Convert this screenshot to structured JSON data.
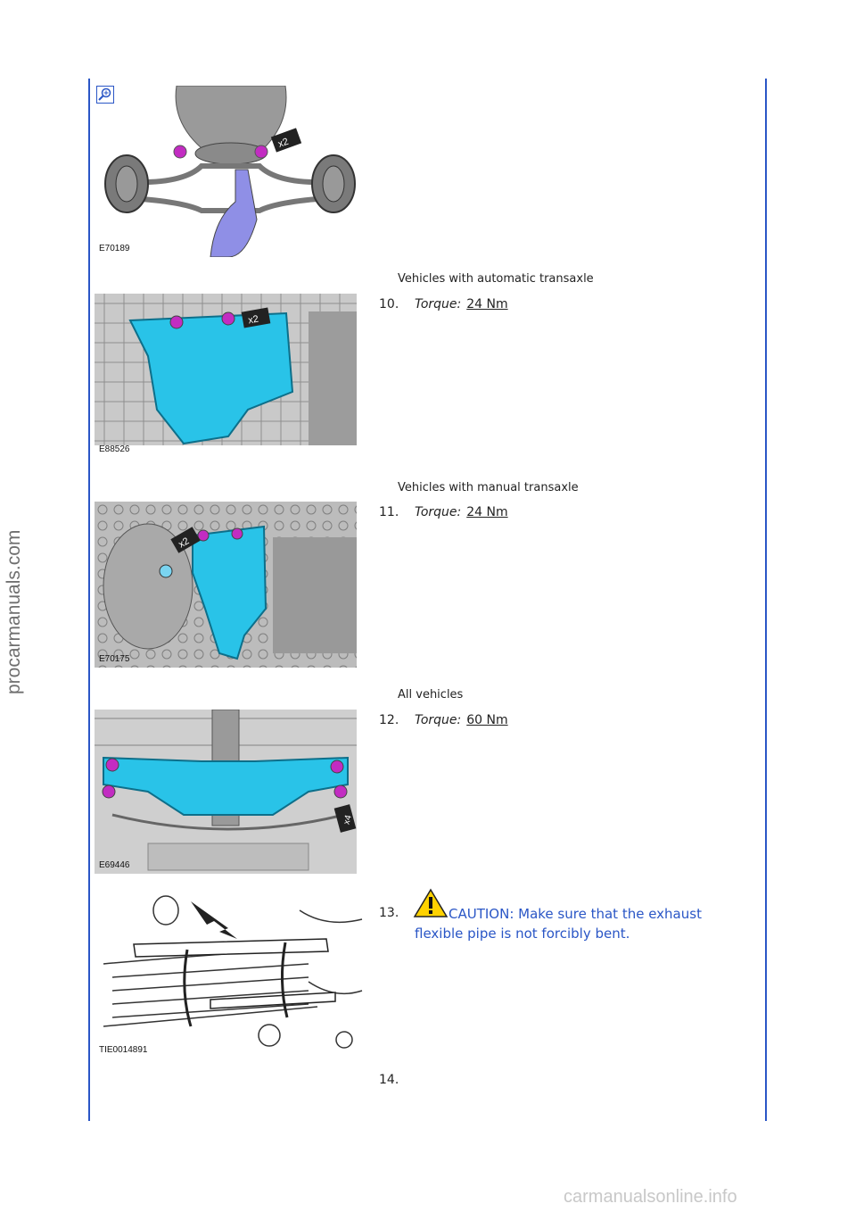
{
  "images": [
    {
      "label": "E70189"
    },
    {
      "label": "E88526"
    },
    {
      "label": "E70175"
    },
    {
      "label": "E69446"
    },
    {
      "label": "TIE0014891"
    }
  ],
  "callouts": {
    "x2": "x2",
    "x4": "x4"
  },
  "sections": {
    "automatic": "Vehicles with automatic transaxle",
    "manual": "Vehicles with manual transaxle",
    "all": "All vehicles"
  },
  "steps": [
    {
      "number": "10.",
      "torque_label": "Torque:",
      "torque_value": "24 Nm"
    },
    {
      "number": "11.",
      "torque_label": "Torque:",
      "torque_value": "24 Nm"
    },
    {
      "number": "12.",
      "torque_label": "Torque:",
      "torque_value": "60 Nm"
    },
    {
      "number": "13.",
      "caution": "CAUTION: Make sure that the exhaust flexible pipe is not forcibly bent."
    },
    {
      "number": "14."
    }
  ],
  "watermarks": {
    "left": "procarmanuals.com",
    "bottom": "carmanualsonline.info"
  },
  "colors": {
    "rule": "#2a56c6",
    "highlight": "#29c3e8",
    "bolt": "#c22cc2",
    "caution_text": "#2a56c6"
  }
}
